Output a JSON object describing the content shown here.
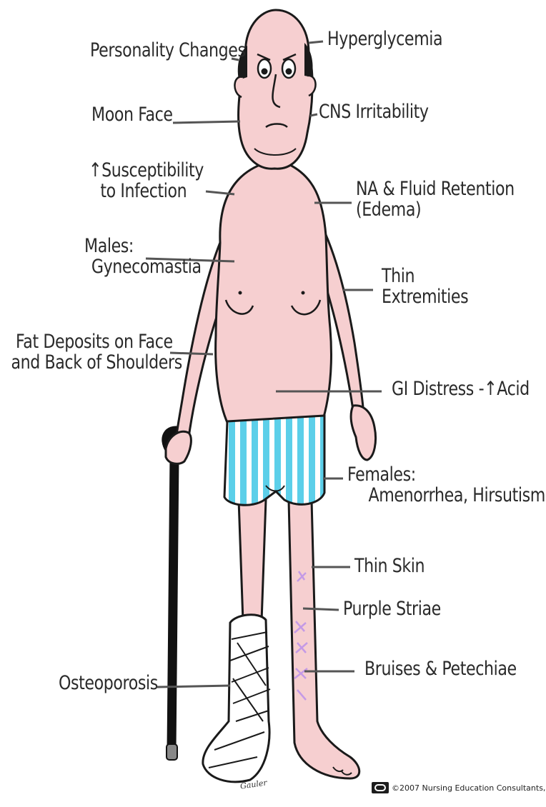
{
  "figure": {
    "labels": {
      "personality_changes": "Personality Changes",
      "hyperglycemia": "Hyperglycemia",
      "moon_face": "Moon Face",
      "cns_irritability": "CNS Irritability",
      "susceptibility_line1": "↑Susceptibility",
      "susceptibility_line2": "to Infection",
      "fluid_retention_line1": "NA & Fluid Retention",
      "fluid_retention_line2": "(Edema)",
      "males_line1": "Males:",
      "males_line2": "Gynecomastia",
      "thin_extremities_line1": "Thin",
      "thin_extremities_line2": "Extremities",
      "fat_deposits_line1": "Fat Deposits on Face",
      "fat_deposits_line2": "and Back of Shoulders",
      "gi_distress": "GI Distress -↑Acid",
      "females_line1": "Females:",
      "females_line2": "Amenorrhea, Hirsutism",
      "thin_skin": "Thin Skin",
      "purple_striae": "Purple Striae",
      "bruises": "Bruises & Petechiae",
      "osteoporosis": "Osteoporosis"
    },
    "artist_signature": "Gauler",
    "copyright": "©2007 Nursing Education Consultants,",
    "colors": {
      "skin": "#f6cfd0",
      "outline": "#1a1a1a",
      "shorts_stripe_a": "#5ccfe9",
      "shorts_stripe_b": "#ffffff",
      "striae": "#c49ae6",
      "leader_line": "#555555"
    }
  }
}
